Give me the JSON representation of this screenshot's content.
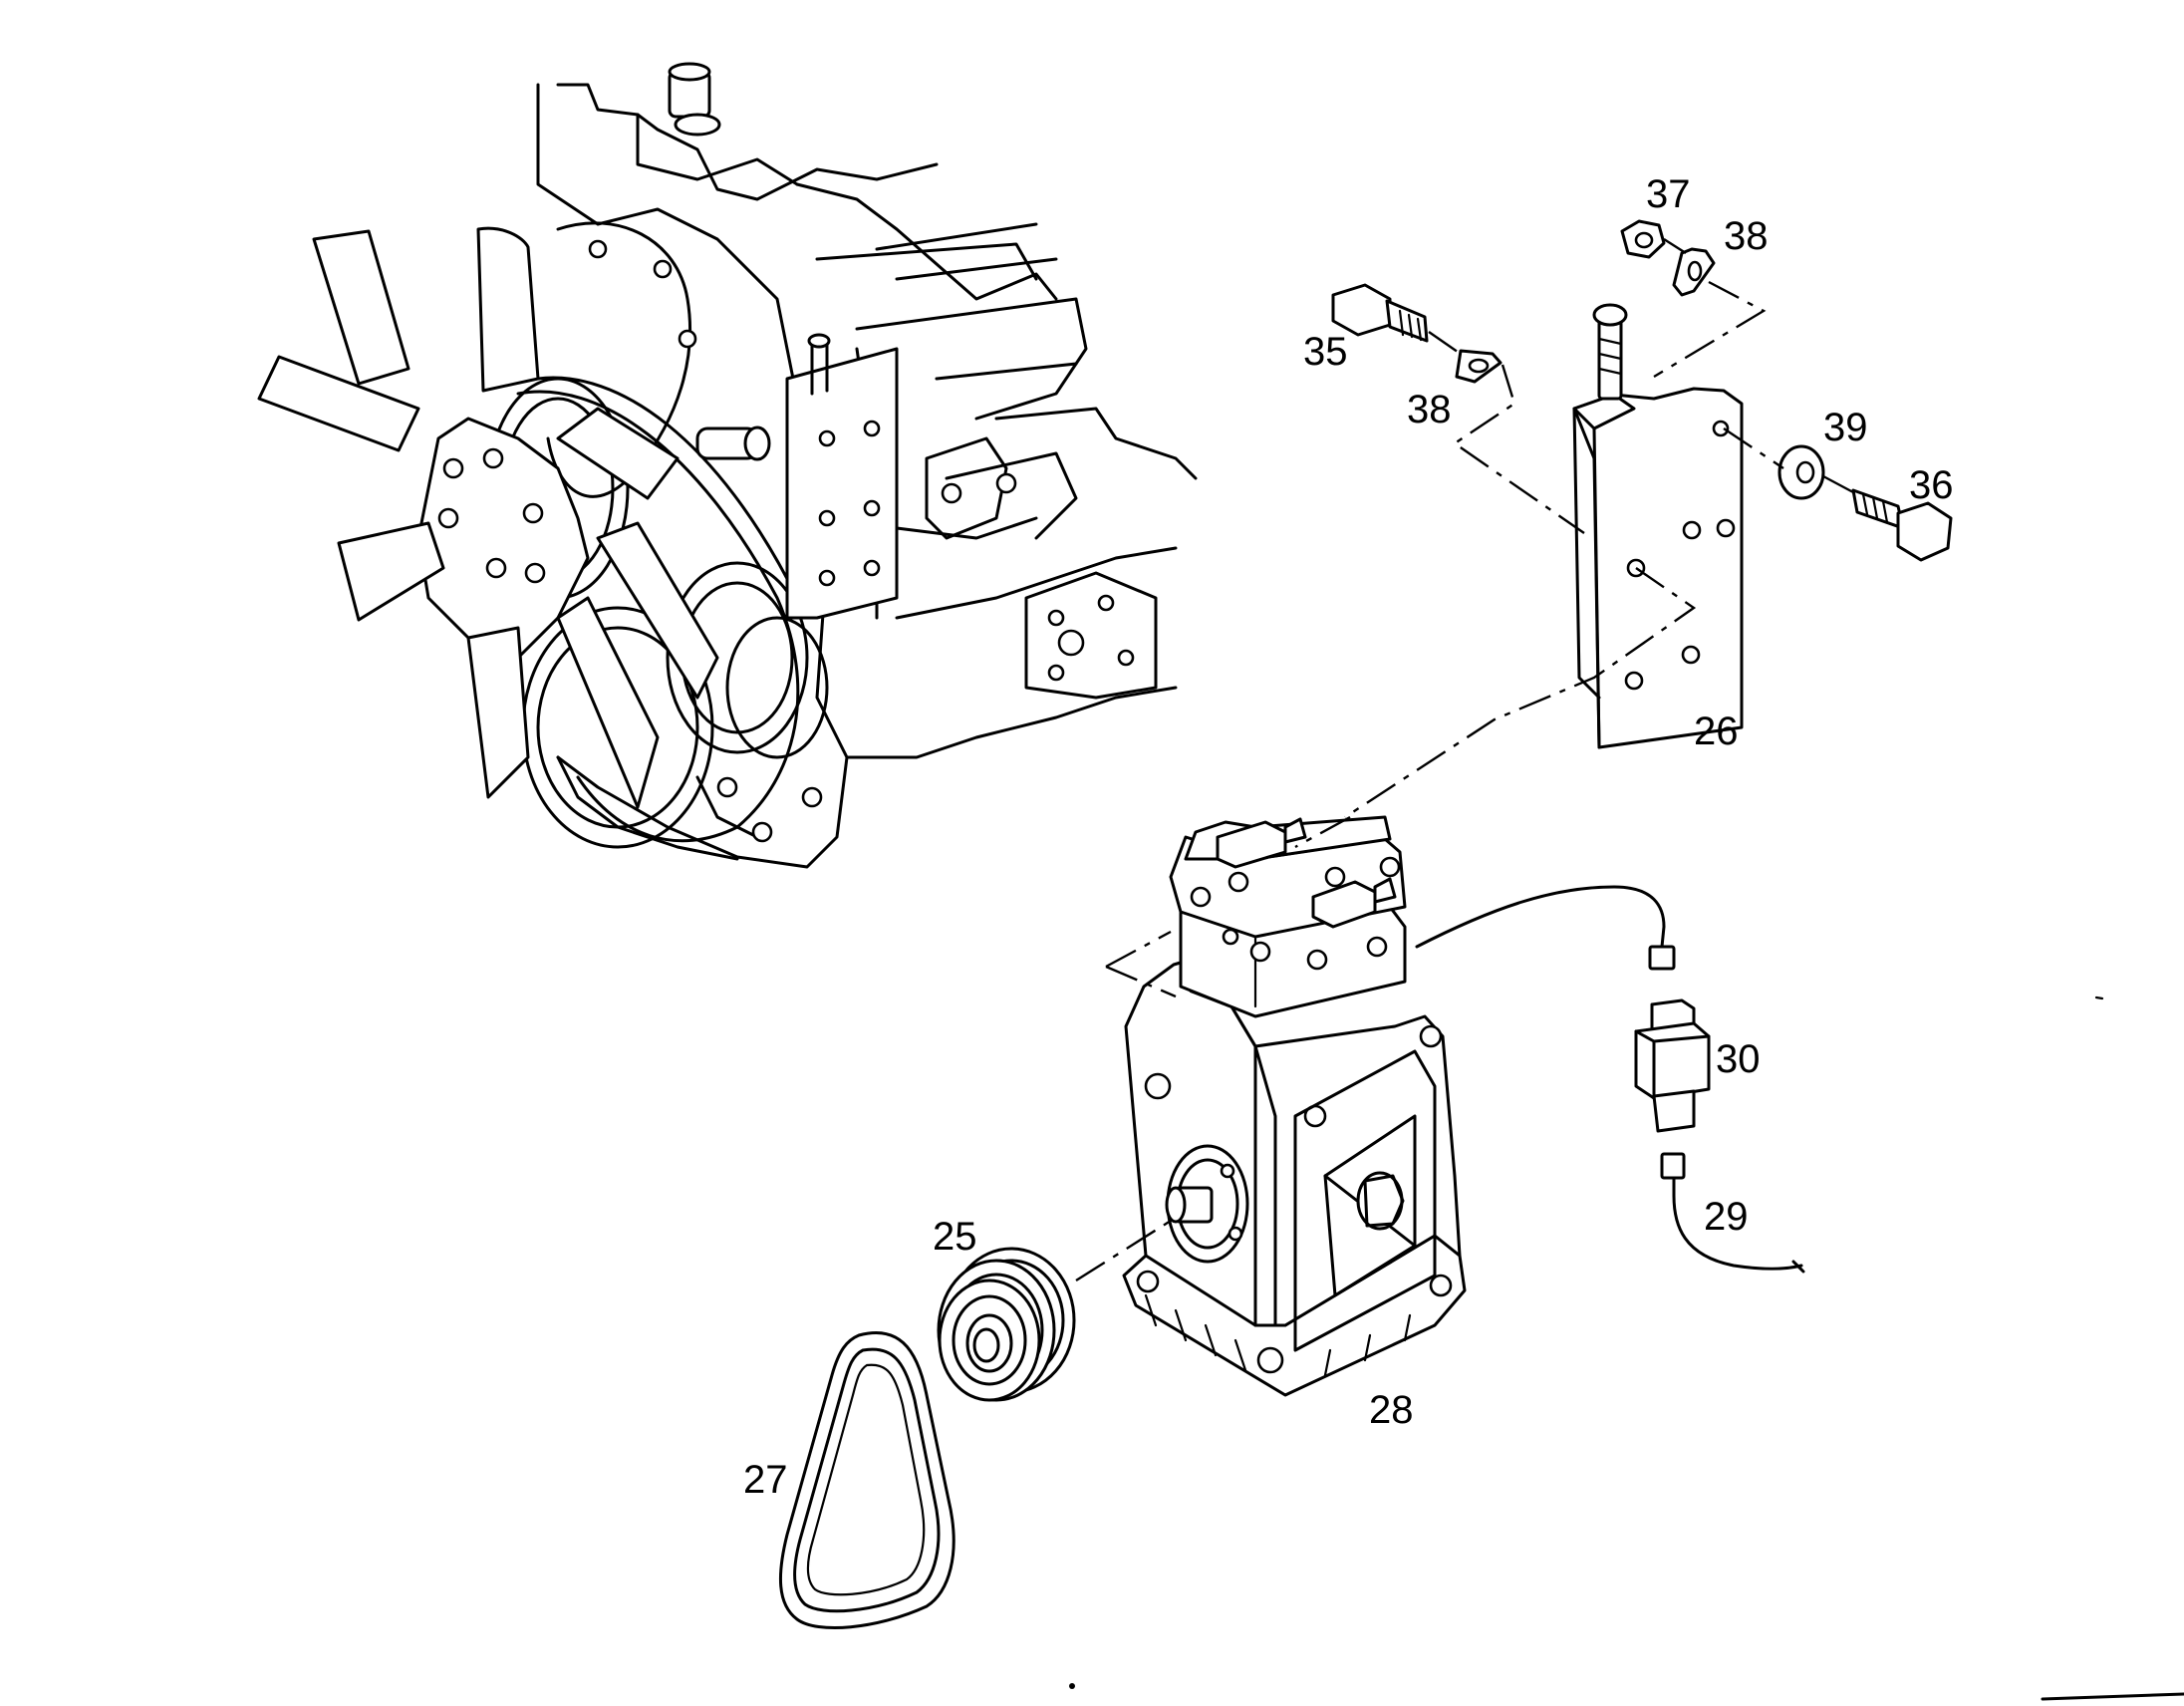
{
  "callouts": {
    "c25": "25",
    "c26": "26",
    "c27": "27",
    "c28": "28",
    "c29": "29",
    "c30": "30",
    "c35": "35",
    "c36": "36",
    "c37": "37",
    "c38a": "38",
    "c38b": "38",
    "c39": "39"
  }
}
